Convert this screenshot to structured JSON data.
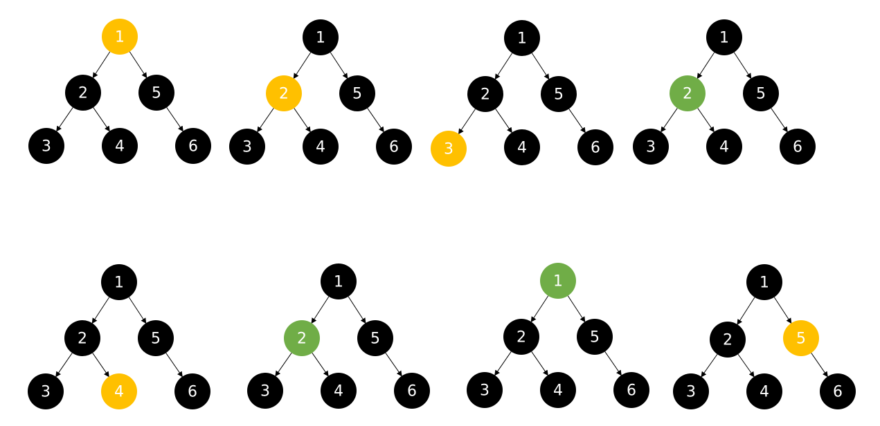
{
  "colors": {
    "default": "#000000",
    "current": "#FFC000",
    "visited": "#70AD47",
    "edge": "#000000",
    "label": "#FFFFFF"
  },
  "tree": {
    "nodes": [
      {
        "id": "1",
        "label": "1"
      },
      {
        "id": "2",
        "label": "2"
      },
      {
        "id": "3",
        "label": "3"
      },
      {
        "id": "4",
        "label": "4"
      },
      {
        "id": "5",
        "label": "5"
      },
      {
        "id": "6",
        "label": "6"
      }
    ],
    "edges": [
      [
        "1",
        "2"
      ],
      [
        "1",
        "5"
      ],
      [
        "2",
        "3"
      ],
      [
        "2",
        "4"
      ],
      [
        "5",
        "6"
      ]
    ]
  },
  "steps": [
    {
      "highlight": {
        "1": "current"
      }
    },
    {
      "highlight": {
        "2": "current"
      }
    },
    {
      "highlight": {
        "3": "current"
      }
    },
    {
      "highlight": {
        "2": "visited"
      }
    },
    {
      "highlight": {
        "4": "current"
      }
    },
    {
      "highlight": {
        "2": "visited"
      }
    },
    {
      "highlight": {
        "1": "visited"
      }
    },
    {
      "highlight": {
        "5": "current"
      }
    }
  ]
}
